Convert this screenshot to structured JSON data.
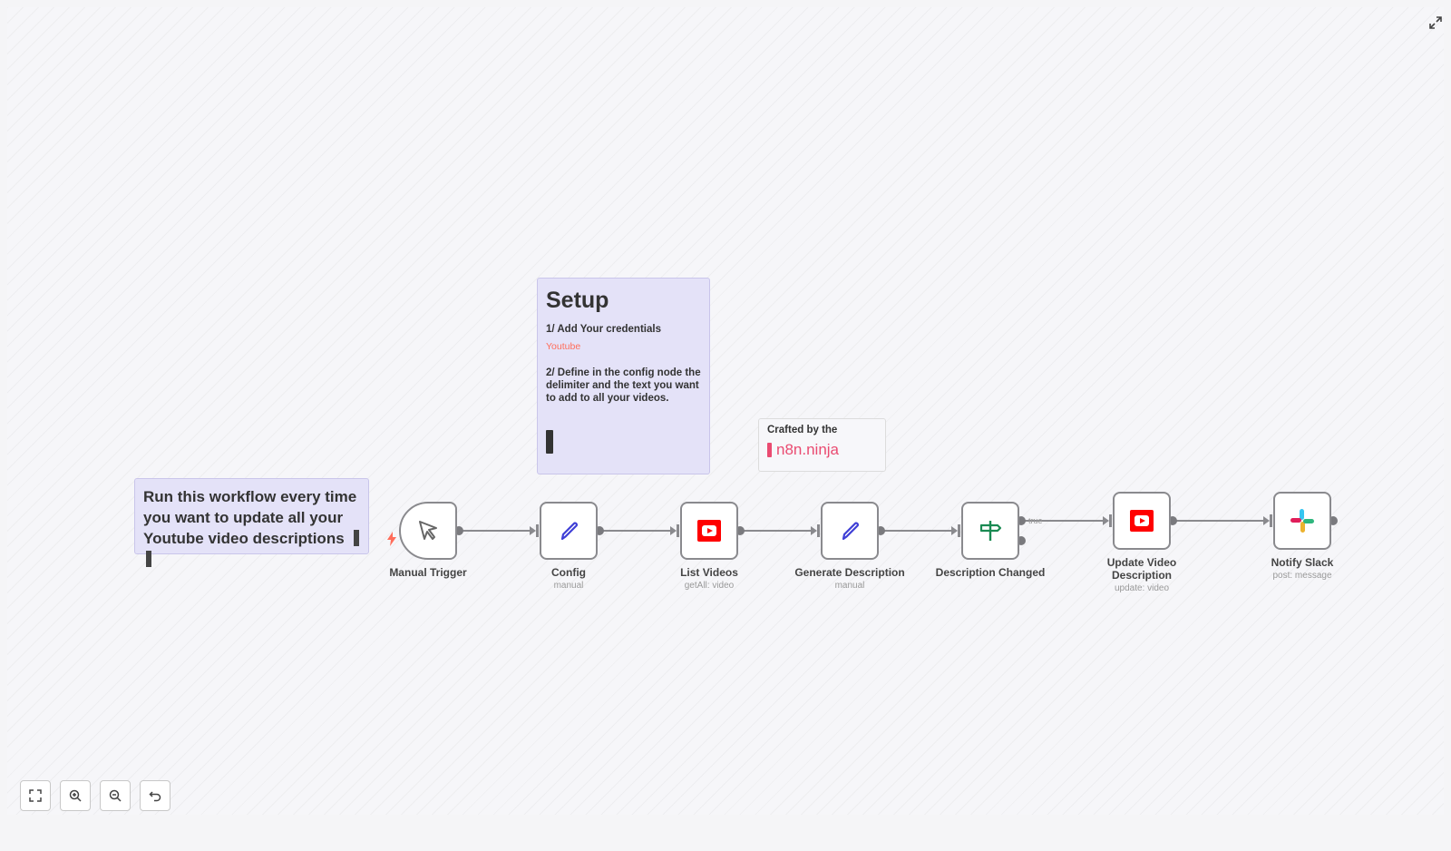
{
  "setup_note": {
    "title": "Setup",
    "step1": "1/ Add Your credentials",
    "youtube_link": "Youtube",
    "step2": "2/ Define in the config node the delimiter and the text you want to add to all your videos."
  },
  "run_note": {
    "text": "Run this workflow every time you want to update all your Youtube video descriptions"
  },
  "crafted_note": {
    "line": "Crafted by the",
    "brand": "n8n.ninja"
  },
  "nodes": [
    {
      "name": "Manual Trigger",
      "subtitle": "",
      "icon": "cursor-icon"
    },
    {
      "name": "Config",
      "subtitle": "manual",
      "icon": "pencil-icon"
    },
    {
      "name": "List Videos",
      "subtitle": "getAll: video",
      "icon": "youtube-icon"
    },
    {
      "name": "Generate Description",
      "subtitle": "manual",
      "icon": "pencil-icon"
    },
    {
      "name": "Description Changed",
      "subtitle": "",
      "icon": "signpost-icon"
    },
    {
      "name": "Update Video Description",
      "subtitle": "update: video",
      "icon": "youtube-icon"
    },
    {
      "name": "Notify Slack",
      "subtitle": "post: message",
      "icon": "slack-icon"
    }
  ],
  "edge_labels": {
    "true_branch": "true"
  },
  "colors": {
    "accent": "#ff6d5a",
    "brand": "#ea4b71",
    "youtube": "#ff0000",
    "pencil": "#3f3fd6",
    "if_node": "#1a8a52",
    "sticky_bg": "#e4e2f8"
  },
  "controls": [
    "fit-view-icon",
    "zoom-in-icon",
    "zoom-out-icon",
    "reset-zoom-icon"
  ]
}
